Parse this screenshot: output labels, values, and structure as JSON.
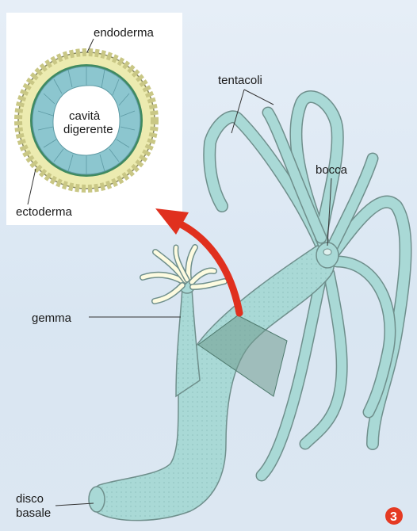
{
  "labels": {
    "endoderma": "endoderma",
    "cavita_line1": "cavità",
    "cavita_line2": "digerente",
    "ectoderma": "ectoderma",
    "tentacoli": "tentacoli",
    "bocca": "bocca",
    "gemma": "gemma",
    "disco_line1": "disco",
    "disco_line2": "basale"
  },
  "figure_number": "3",
  "colors": {
    "body_fill": "#a9d9d6",
    "body_stroke": "#6f8f8c",
    "ectoderm": "#ecebb0",
    "endoderm": "#8cc6cf",
    "arrow": "#e0301e",
    "badge": "#e53a23",
    "section_plane": "#6f9a8e"
  }
}
